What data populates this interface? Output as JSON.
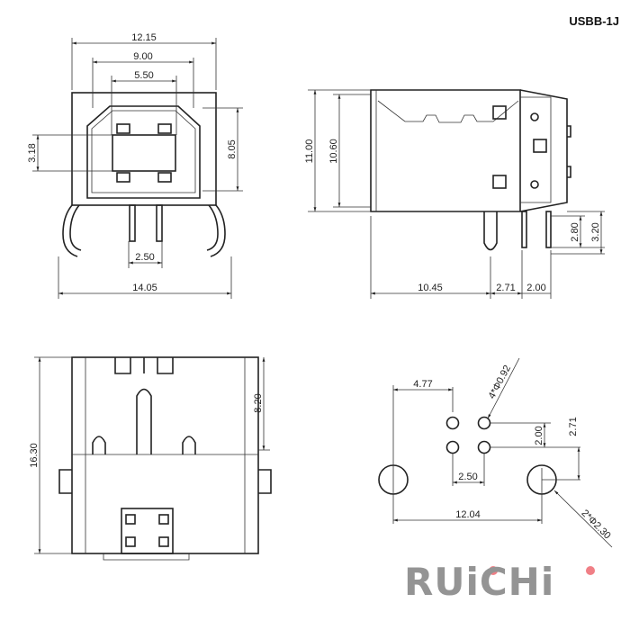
{
  "title": "USBB-1J",
  "logo": "RUiCHi",
  "colors": {
    "logo_gray": "#949494",
    "logo_dot": "#f07f86"
  },
  "front_view": {
    "dims": [
      "12.15",
      "9.00",
      "5.50",
      "3.18",
      "8.05",
      "2.50",
      "14.05"
    ]
  },
  "side_view": {
    "dims": [
      "11.00",
      "10.60",
      "10.45",
      "2.71",
      "2.00",
      "2.80",
      "3.20"
    ]
  },
  "bottom_view": {
    "dims": [
      "16.30",
      "8.20"
    ]
  },
  "footprint": {
    "dims": [
      "4.77",
      "4*Φ0.92",
      "2.00",
      "2.71",
      "2.50",
      "12.04",
      "2*Φ2.30"
    ]
  }
}
